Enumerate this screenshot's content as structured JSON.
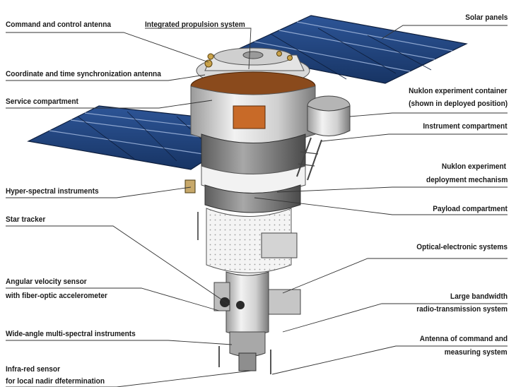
{
  "labels": {
    "command_antenna": "Command and control antenna",
    "propulsion": "Integrated propulsion system",
    "solar_panels": "Solar panels",
    "coord_antenna": "Coordinate and time synchronization antenna",
    "service_compartment": "Service compartment",
    "nuklon_container_1": "Nuklon experiment container",
    "nuklon_container_2": "(shown in deployed position)",
    "instrument_compartment": "Instrument compartment",
    "nuklon_mechanism_1": "Nuklon experiment",
    "nuklon_mechanism_2": "deployment mechanism",
    "hyper_spectral": "Hyper-spectral instruments",
    "payload_compartment": "Payload compartment",
    "star_tracker": "Star tracker",
    "optical_electronic": "Optical-electronic systems",
    "angular_velocity_1": "Angular velocity sensor",
    "angular_velocity_2": "with fiber-optic accelerometer",
    "large_bandwidth_1": "Large bandwidth",
    "large_bandwidth_2": "radio-transmission system",
    "wide_angle": "Wide-angle multi-spectral instruments",
    "antenna_cm_1": "Antenna of command and",
    "antenna_cm_2": "measuring system",
    "infrared_1": "Infra-red sensor",
    "infrared_2": "for local nadir dfetermination"
  },
  "colors": {
    "solar_panel": "#1e3f78",
    "panel_frame": "#0e1e3c",
    "body_light": "#e8e8e8",
    "body_mid": "#bdbdbd",
    "body_dark": "#6a6a6a",
    "copper_ring": "#8a4a1c",
    "leader_line": "#333333"
  }
}
